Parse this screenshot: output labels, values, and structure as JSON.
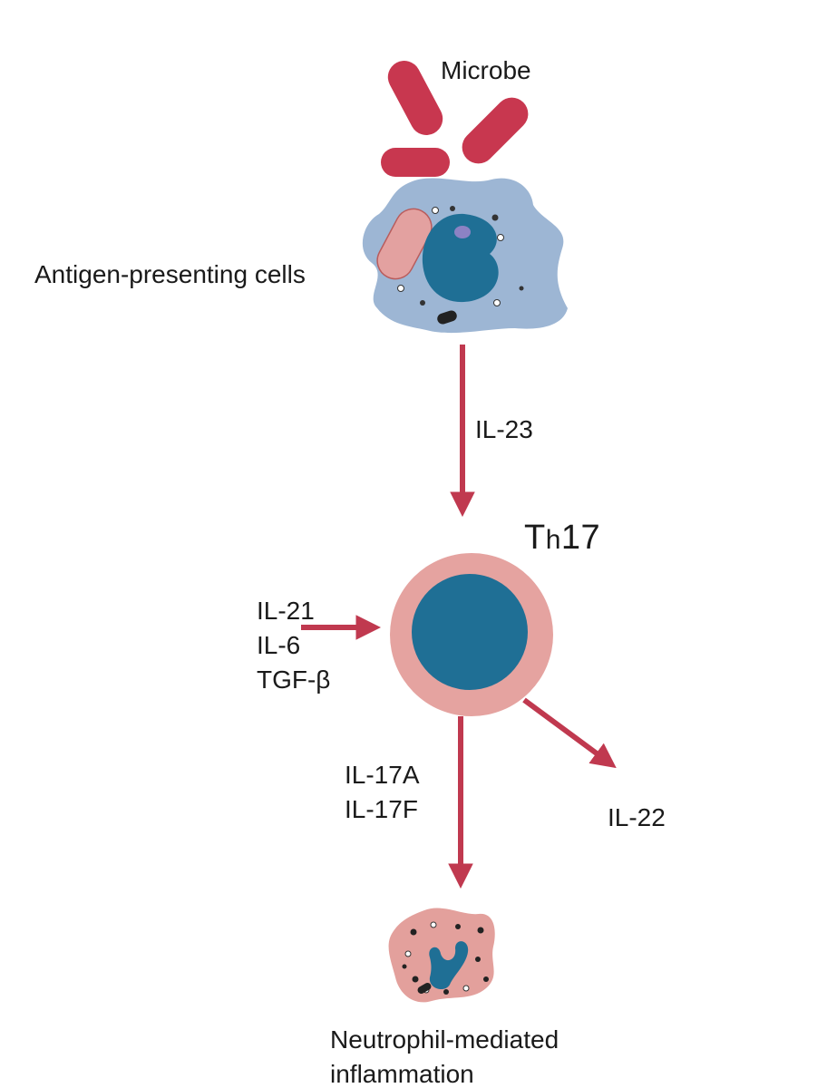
{
  "labels": {
    "microbe": "Microbe",
    "apc": "Antigen-presenting cells",
    "il23": "IL-23",
    "th17_prefix": "T",
    "th17_sub": "h",
    "th17_suffix": "17",
    "inputs": [
      "IL-21",
      "IL-6",
      "TGF-β"
    ],
    "il17": [
      "IL-17A",
      "IL-17F"
    ],
    "il22": "IL-22",
    "neutrophil": [
      "Neutrophil-mediated",
      "inflammation"
    ]
  },
  "colors": {
    "arrow": "#c0394f",
    "microbe": "#c8374f",
    "apc_body": "#9db6d4",
    "nucleus": "#1f6f95",
    "th17_outer": "#e5a3a0",
    "engulfed": "#e3a1a0",
    "neutrophil_body": "#e3a09c"
  }
}
